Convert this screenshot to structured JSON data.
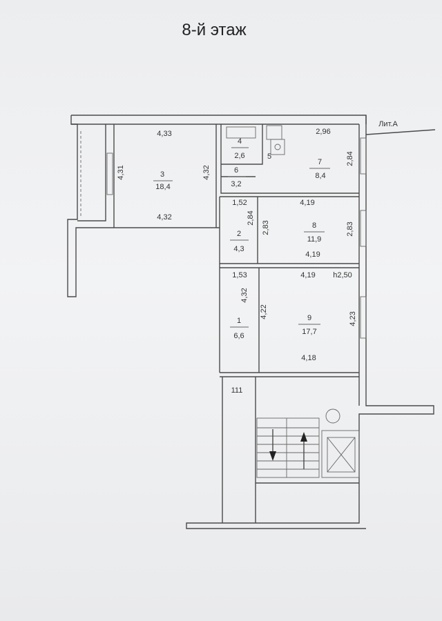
{
  "title": "8-й этаж",
  "building_label": "Лит.А",
  "ceiling_height": "h2,50",
  "rooms": [
    {
      "id": "3",
      "area": "18,4"
    },
    {
      "id": "4",
      "area": "2,6"
    },
    {
      "id": "5"
    },
    {
      "id": "6",
      "area": "3,2"
    },
    {
      "id": "7",
      "area": "8,4"
    },
    {
      "id": "8",
      "area": "11,9"
    },
    {
      "id": "2",
      "area": "4,3"
    },
    {
      "id": "1",
      "area": "6,6"
    },
    {
      "id": "9",
      "area": "17,7"
    }
  ],
  "dimensions": {
    "r3_top": "4,33",
    "r3_left": "4,31",
    "r3_right": "4,32",
    "r3_bottom": "4,32",
    "r7_top": "2,96",
    "r7_right": "2,84",
    "r2_top": "1,52",
    "r2_right": "2,84",
    "r8_left": "2,83",
    "r8_top": "4,19",
    "r8_right": "2,83",
    "r8_bottom": "4,19",
    "r1_top": "1,53",
    "r1_right": "4,32",
    "r9_left": "4,22",
    "r9_top": "4,19",
    "r9_right": "4,23",
    "r9_bottom": "4,18"
  },
  "corridor_label": "111"
}
